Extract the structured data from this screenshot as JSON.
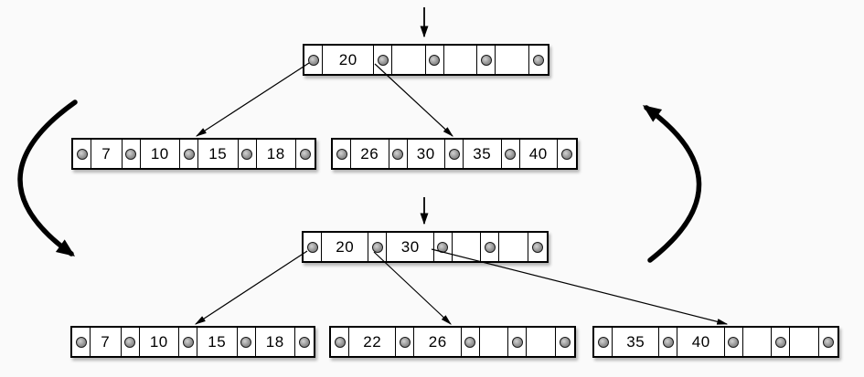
{
  "colors": {
    "background": "#fafafa",
    "node_fill": "#ffffff",
    "node_border": "#000000",
    "pointer_dot": "#8f8f8f",
    "arrow": "#000000"
  },
  "icons": {
    "pointer_dot": "filled-circle",
    "insert_position_arrow": "↓",
    "cycle_arrow_left": "curved-arrow-down",
    "cycle_arrow_right": "curved-arrow-up"
  },
  "before": {
    "root": {
      "keys": [
        "20",
        "",
        "",
        ""
      ]
    },
    "children": [
      {
        "keys": [
          "7",
          "10",
          "15",
          "18"
        ]
      },
      {
        "keys": [
          "26",
          "30",
          "35",
          "40"
        ]
      }
    ]
  },
  "after": {
    "root": {
      "keys": [
        "20",
        "30",
        "",
        ""
      ]
    },
    "children": [
      {
        "keys": [
          "7",
          "10",
          "15",
          "18"
        ]
      },
      {
        "keys": [
          "22",
          "26",
          "",
          ""
        ]
      },
      {
        "keys": [
          "35",
          "40",
          "",
          ""
        ]
      }
    ]
  }
}
